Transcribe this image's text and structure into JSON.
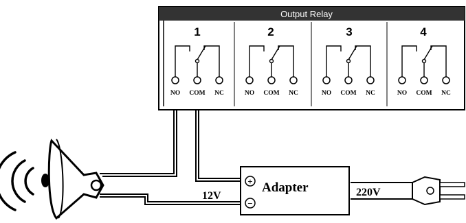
{
  "relay_board": {
    "title": "Output Relay",
    "channels": [
      {
        "number": "1",
        "terminals": [
          "NO",
          "COM",
          "NC"
        ]
      },
      {
        "number": "2",
        "terminals": [
          "NO",
          "COM",
          "NC"
        ]
      },
      {
        "number": "3",
        "terminals": [
          "NO",
          "COM",
          "NC"
        ]
      },
      {
        "number": "4",
        "terminals": [
          "NO",
          "COM",
          "NC"
        ]
      }
    ]
  },
  "adapter": {
    "label": "Adapter",
    "plus_symbol": "+",
    "minus_symbol": "−",
    "output_voltage": "12V",
    "input_voltage": "220V"
  },
  "colors": {
    "line": "#000000",
    "header_fill": "#333333",
    "background": "#ffffff"
  }
}
